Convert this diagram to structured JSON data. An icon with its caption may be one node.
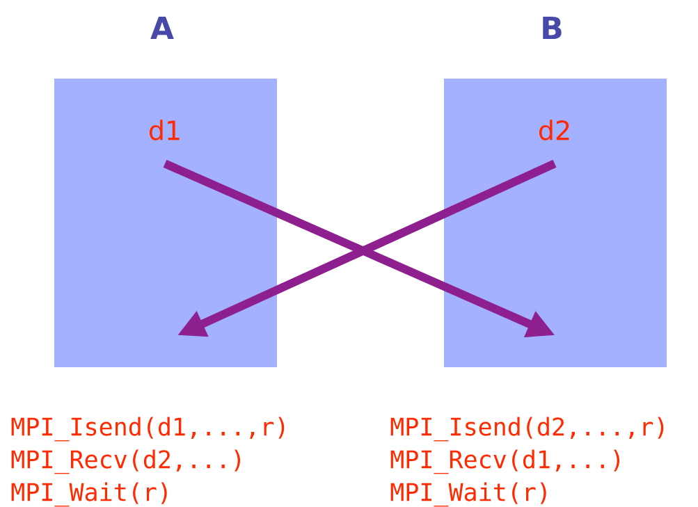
{
  "diagram": {
    "nodes": [
      {
        "text": [
          "A"
        ]
      },
      {
        "text": [
          "d1"
        ],
        "in": 0
      },
      {
        "text": [
          "B"
        ]
      },
      {
        "text": [
          "d2"
        ],
        "in": 2
      }
    ],
    "edges": [
      {
        "from": 1,
        "to": 2,
        "arrow": "to"
      },
      {
        "from": 3,
        "to": 0,
        "arrow": "to"
      }
    ],
    "labels": [
      "MPI_Isend(d1,...,r)",
      "MPI_Recv(d2,...)",
      "MPI_Wait(r)",
      "MPI_Isend(d2,...,r)",
      "MPI_Recv(d1,...)",
      "MPI_Wait(r)"
    ]
  }
}
